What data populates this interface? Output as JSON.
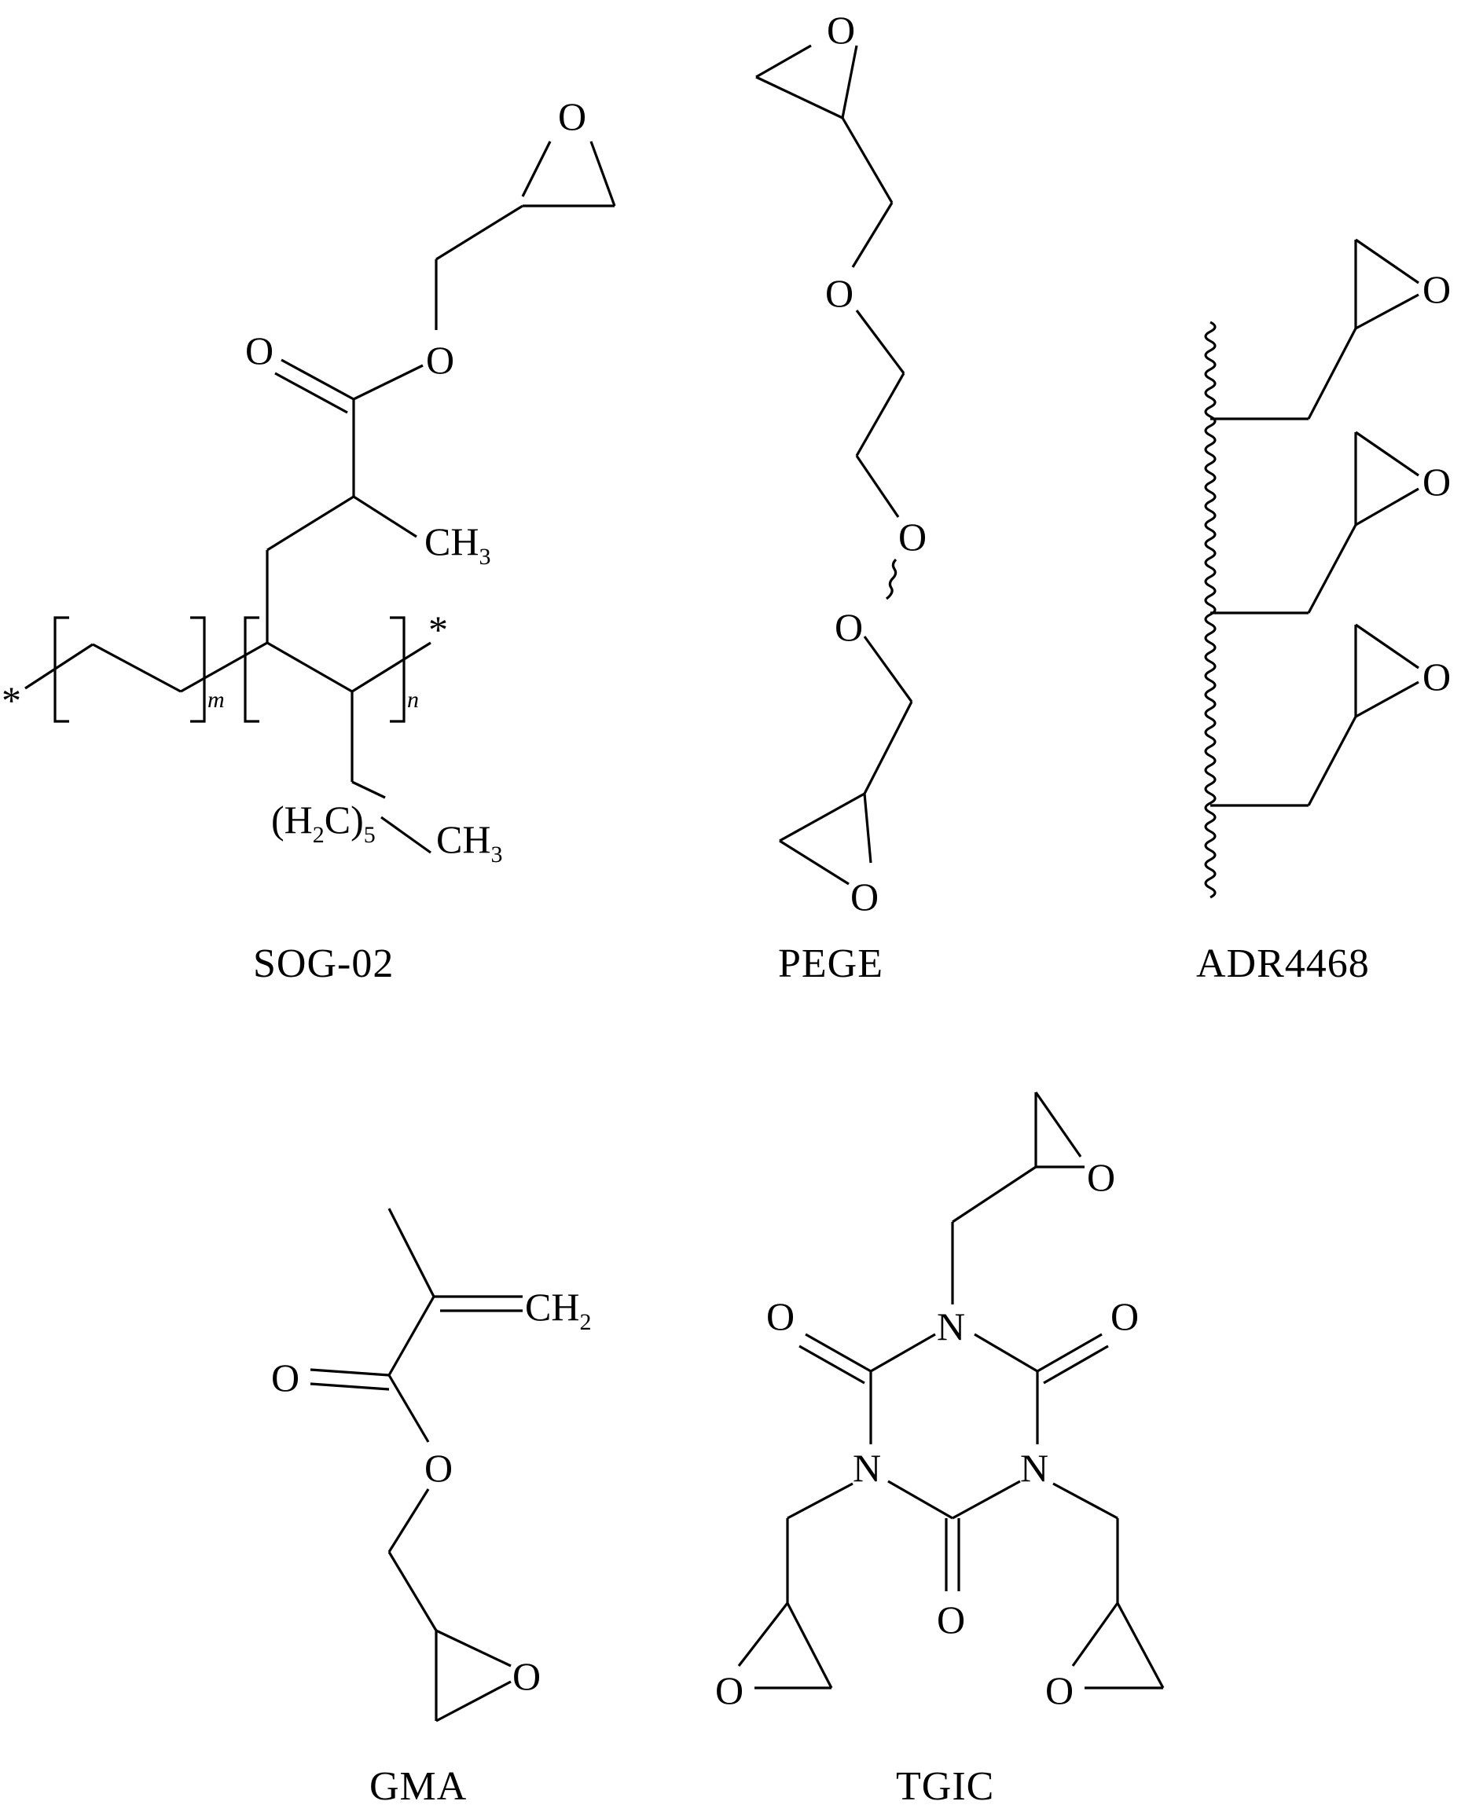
{
  "compounds": [
    {
      "id": "sog02",
      "label": "SOG-02"
    },
    {
      "id": "pege",
      "label": "PEGE"
    },
    {
      "id": "adr4468",
      "label": "ADR4468"
    },
    {
      "id": "gma",
      "label": "GMA"
    },
    {
      "id": "tgic",
      "label": "TGIC"
    }
  ],
  "atoms": {
    "O": "O",
    "N": "N",
    "CH": "CH",
    "CH3_sub": "3",
    "CH2_sub": "2",
    "H2C_open": "(H",
    "H2C_sub": "2",
    "H2C_close": "C)",
    "H2C_count": "5",
    "repeat_m": "m",
    "repeat_n": "n",
    "end_star": "*"
  }
}
